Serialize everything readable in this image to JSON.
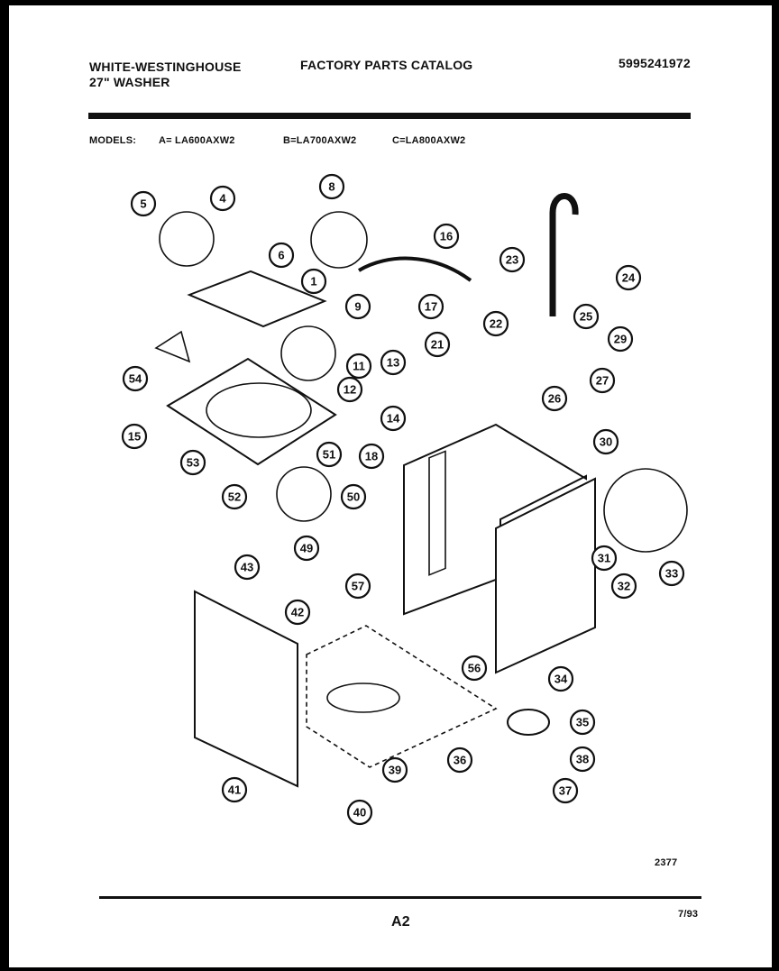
{
  "header": {
    "brand": "WHITE-WESTINGHOUSE",
    "product": "27\" WASHER",
    "catalog_title": "FACTORY PARTS CATALOG",
    "catalog_number": "5995241972"
  },
  "models": {
    "label": "MODELS:",
    "a": "A= LA600AXW2",
    "b": "B=LA700AXW2",
    "c": "C=LA800AXW2"
  },
  "footer": {
    "drawing_number": "2377",
    "page": "A2",
    "date": "7/93"
  },
  "callouts": [
    "1",
    "4",
    "5",
    "6",
    "8",
    "9",
    "11",
    "12",
    "13",
    "14",
    "15",
    "16",
    "17",
    "18",
    "21",
    "22",
    "23",
    "24",
    "25",
    "26",
    "27",
    "29",
    "30",
    "31",
    "32",
    "33",
    "34",
    "35",
    "36",
    "37",
    "38",
    "39",
    "40",
    "41",
    "42",
    "43",
    "49",
    "50",
    "51",
    "52",
    "53",
    "54",
    "56",
    "57"
  ]
}
